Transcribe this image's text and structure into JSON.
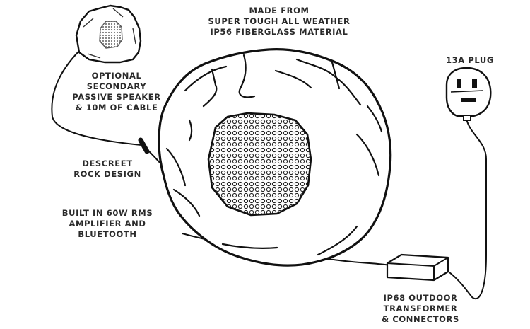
{
  "labels": {
    "material": [
      "MADE FROM",
      "SUPER TOUGH ALL WEATHER",
      "IP56 FIBERGLASS MATERIAL"
    ],
    "plug": [
      "13A PLUG"
    ],
    "secondary": [
      "OPTIONAL",
      "SECONDARY",
      "PASSIVE SPEAKER",
      "& 10M OF CABLE"
    ],
    "design": [
      "DESCREET",
      "ROCK DESIGN"
    ],
    "amplifier": [
      "BUILT IN 60W RMS",
      "AMPLIFIER AND",
      "BLUETOOTH"
    ],
    "transformer": [
      "IP68 OUTDOOR",
      "TRANSFORMER",
      "& CONNECTORS"
    ]
  },
  "icons": [
    "rock-speaker-icon",
    "small-rock-speaker-icon",
    "plug-icon",
    "transformer-icon",
    "cable-icon"
  ]
}
